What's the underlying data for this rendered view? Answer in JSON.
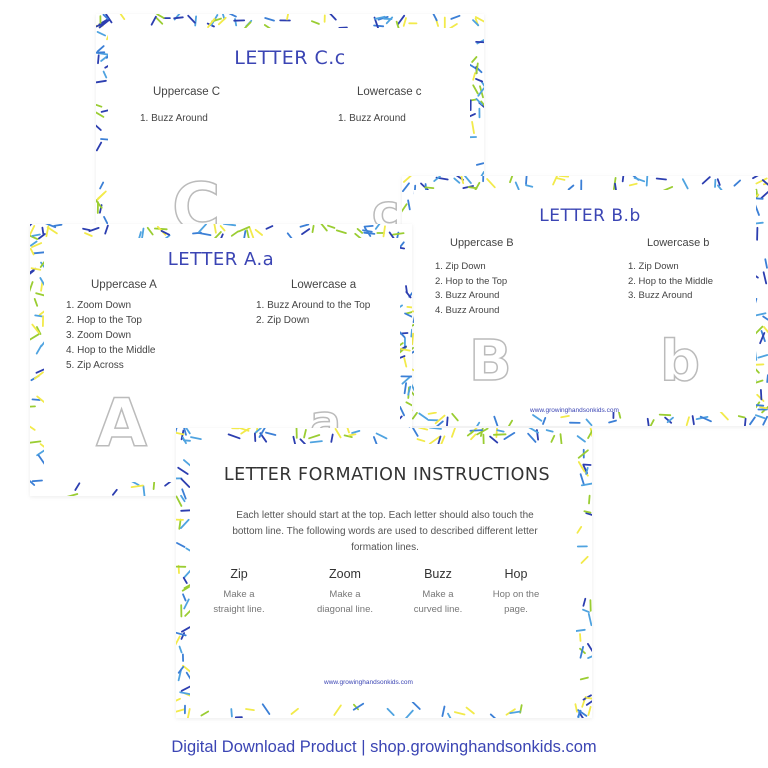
{
  "colors": {
    "accent": "#3b45b4",
    "confetti": [
      "#2c3eb0",
      "#3b7fd6",
      "#9acd32",
      "#f2ea4a",
      "#4fa3e0"
    ]
  },
  "card_c": {
    "title": "LETTER C.c",
    "upper_heading": "Uppercase C",
    "lower_heading": "Lowercase c",
    "upper_steps": [
      "1. Buzz Around"
    ],
    "lower_steps": [
      "1. Buzz Around"
    ],
    "big_upper": "C",
    "big_lower": "c"
  },
  "card_b": {
    "title": "LETTER B.b",
    "upper_heading": "Uppercase B",
    "lower_heading": "Lowercase b",
    "upper_steps": [
      "1. Zip Down",
      "2. Hop to the Top",
      "3. Buzz Around",
      "4. Buzz Around"
    ],
    "lower_steps": [
      "1. Zip Down",
      "2. Hop to the Middle",
      "3. Buzz Around"
    ],
    "big_upper": "B",
    "big_lower": "b",
    "url": "www.growinghandsonkids.com"
  },
  "card_a": {
    "title": "LETTER A.a",
    "upper_heading": "Uppercase A",
    "lower_heading": "Lowercase a",
    "upper_steps": [
      "1. Zoom Down",
      "2. Hop to the Top",
      "3. Zoom Down",
      "4. Hop to the Middle",
      "5. Zip Across"
    ],
    "lower_steps": [
      "1. Buzz Around to the Top",
      "2. Zip Down"
    ],
    "big_upper": "A",
    "big_lower": "a"
  },
  "card_instructions": {
    "title": "LETTER FORMATION INSTRUCTIONS",
    "intro_1": "Each letter should start at the top. Each letter should also touch the",
    "intro_2": "bottom line. The following words are used to described different letter",
    "intro_3": "formation lines.",
    "terms": [
      {
        "term": "Zip",
        "d1": "Make a",
        "d2": "straight line."
      },
      {
        "term": "Zoom",
        "d1": "Make a",
        "d2": "diagonal line."
      },
      {
        "term": "Buzz",
        "d1": "Make a",
        "d2": "curved line."
      },
      {
        "term": "Hop",
        "d1": "Hop on the",
        "d2": "page."
      }
    ],
    "url": "www.growinghandsonkids.com"
  },
  "footer": "Digital Download Product | shop.growinghandsonkids.com"
}
